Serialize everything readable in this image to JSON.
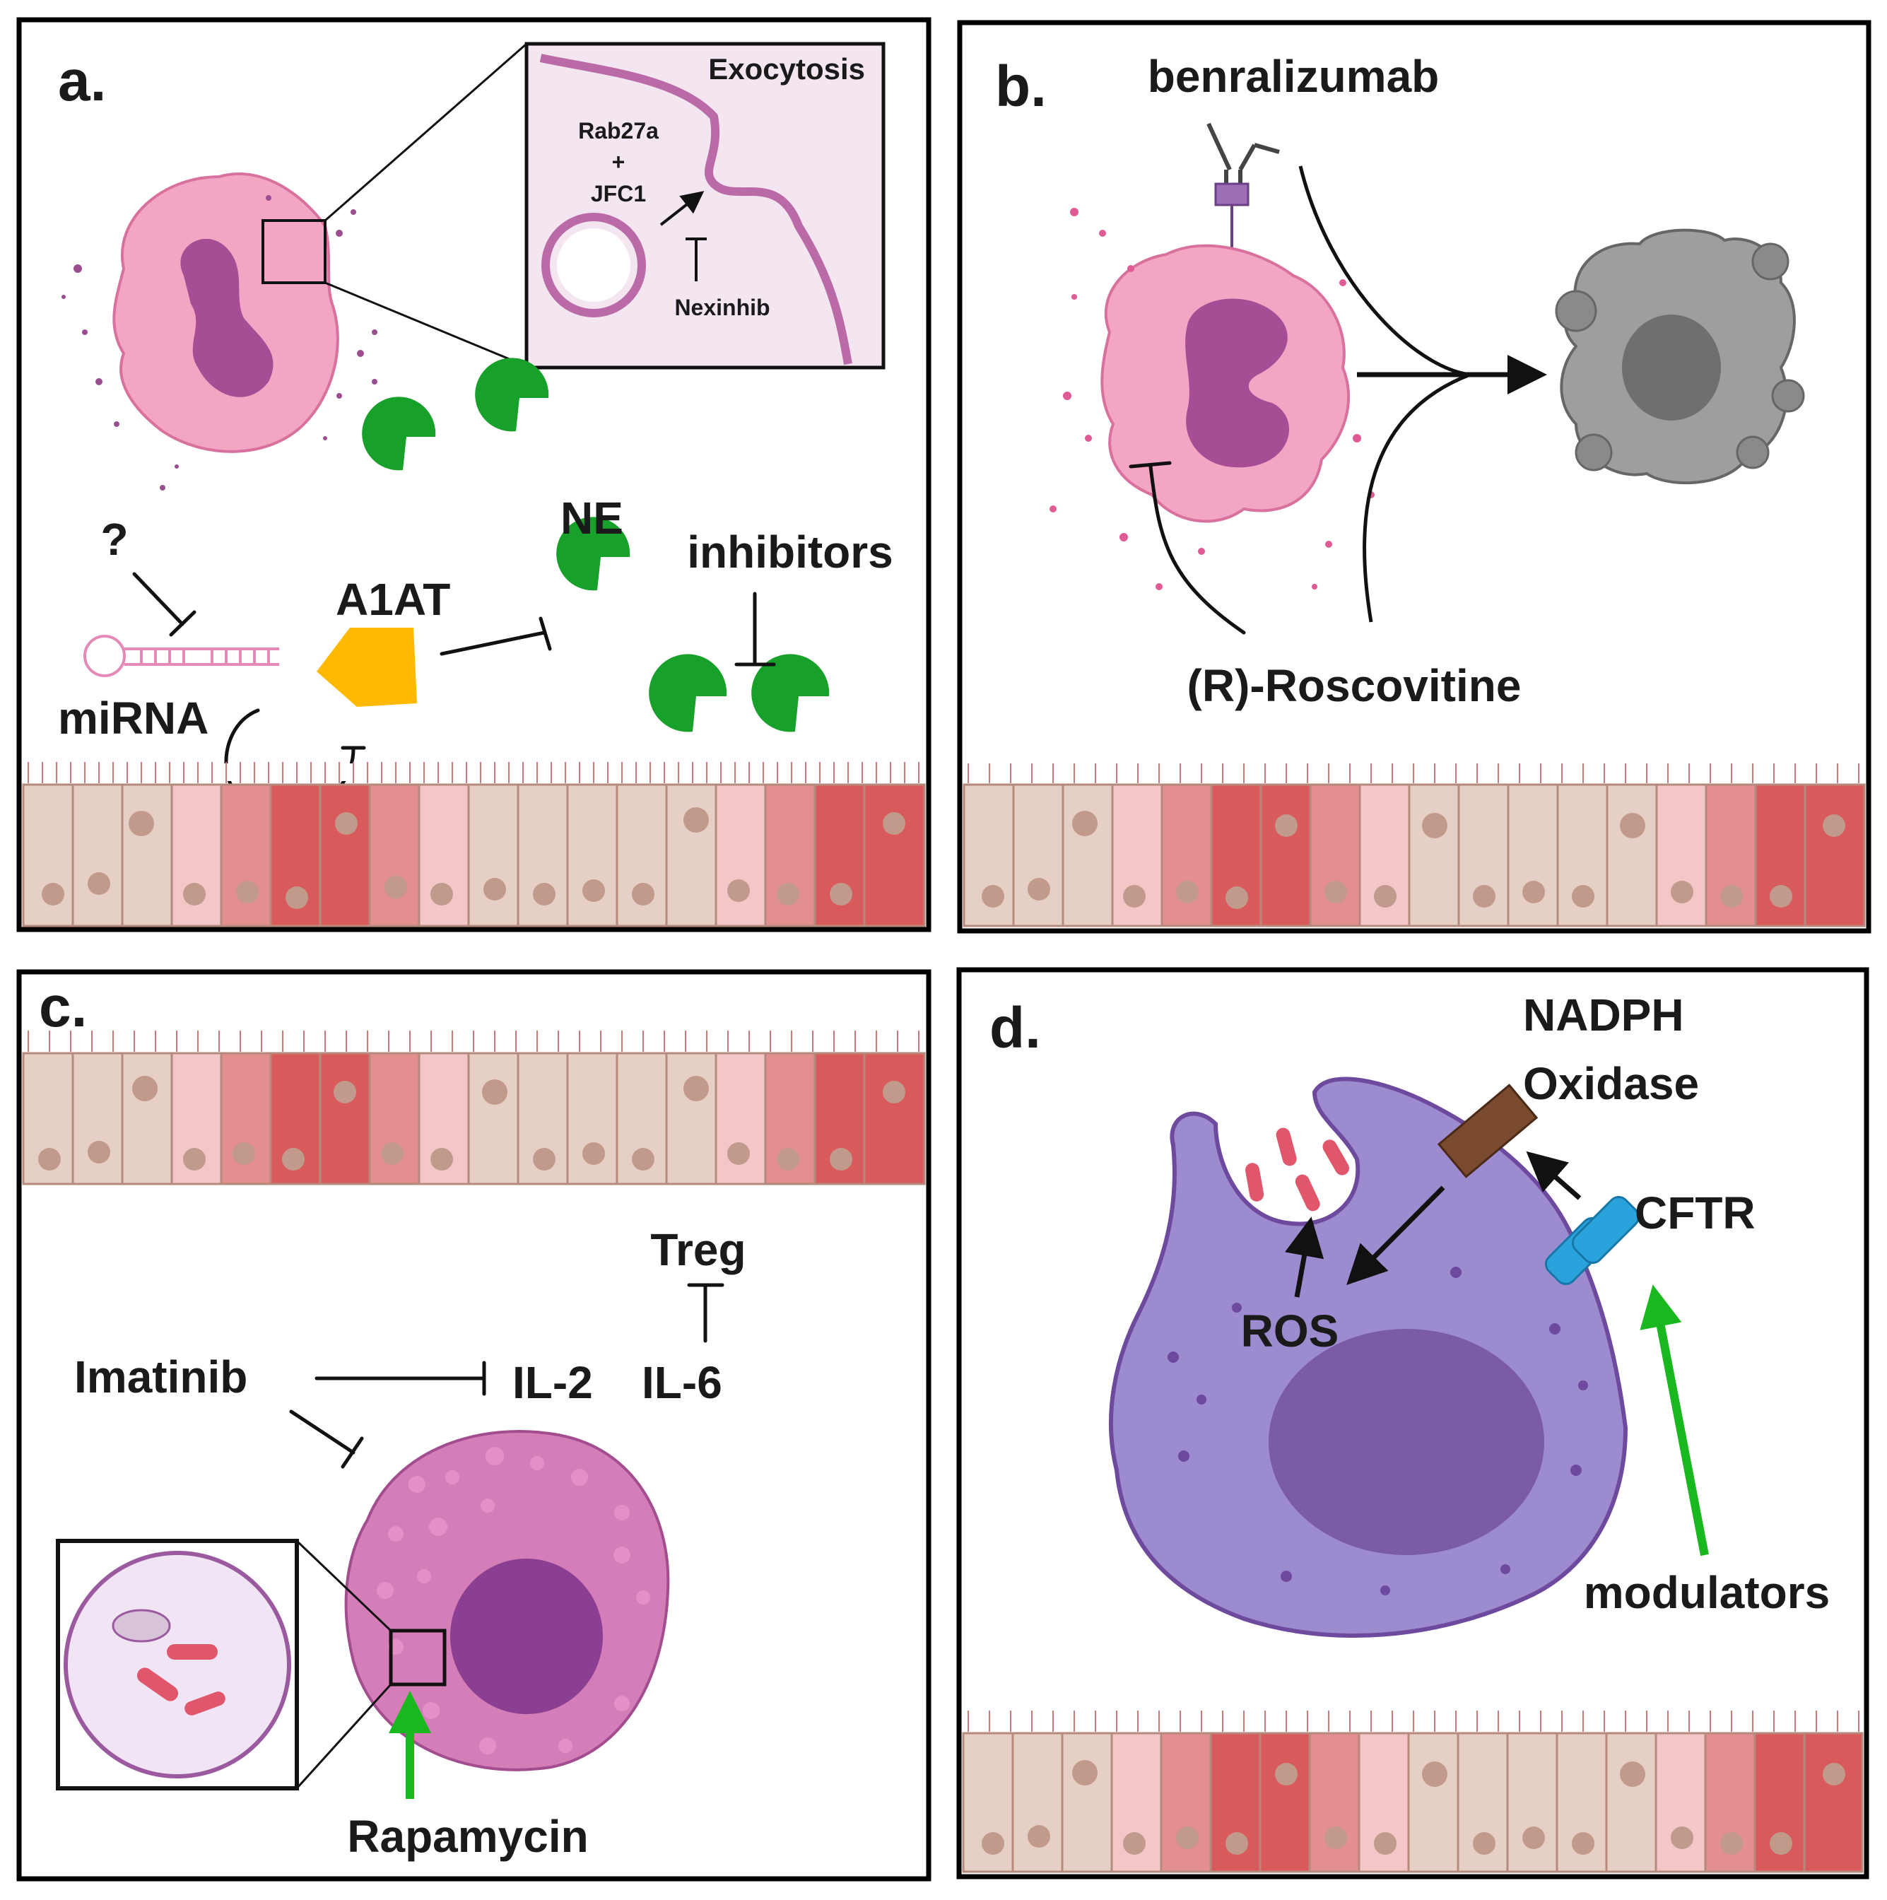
{
  "colors": {
    "neutrophil": "#f3a6c4",
    "neutrophil_nucleus": "#a64d96",
    "protease": "#17a02a",
    "a1at": "#ffb900",
    "necrotic_cell": "#9e9e9e",
    "mast_cell": "#d57db8",
    "mast_nucleus": "#8a3f92",
    "macrophage": "#9d8bd0",
    "macrophage_nucleus": "#7b5aa6",
    "nadph_oxidase": "#7a4a2e",
    "cftr": "#2aa3dc",
    "activation_arrow": "#19b81e",
    "epithelium_light": "#e6cfc4",
    "epithelium_red": "#d95a5a"
  },
  "panels": {
    "a": {
      "tag": "a.",
      "inset_title": "Exocytosis",
      "rab": "Rab27a",
      "plus": "+",
      "jfc": "JFC1",
      "nexinhib": "Nexinhib",
      "question": "?",
      "mirna": "miRNA",
      "a1at": "A1AT",
      "ne": "NE",
      "inhibitors": "inhibitors"
    },
    "b": {
      "tag": "b.",
      "antibody": "benralizumab",
      "drug": "(R)-Roscovitine"
    },
    "c": {
      "tag": "c.",
      "treg": "Treg",
      "imatinib": "Imatinib",
      "il2": "IL-2",
      "il6": "IL-6",
      "rapamycin": "Rapamycin"
    },
    "d": {
      "tag": "d.",
      "nadph_line1": "NADPH",
      "nadph_line2": "Oxidase",
      "cftr": "CFTR",
      "ros": "ROS",
      "modulators": "modulators"
    }
  }
}
